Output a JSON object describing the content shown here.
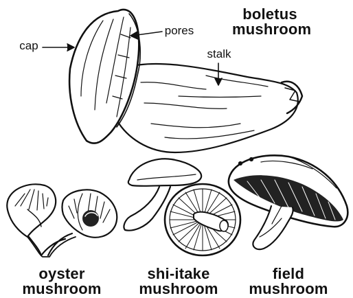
{
  "labels": {
    "boletus_line1": "boletus",
    "boletus_line2": "mushroom",
    "cap": "cap",
    "pores": "pores",
    "stalk": "stalk",
    "oyster_line1": "oyster",
    "oyster_line2": "mushroom",
    "shiitake_line1": "shi-itake",
    "shiitake_line2": "mushroom",
    "field_line1": "field",
    "field_line2": "mushroom"
  },
  "colors": {
    "ink": "#111111",
    "background": "#ffffff"
  }
}
